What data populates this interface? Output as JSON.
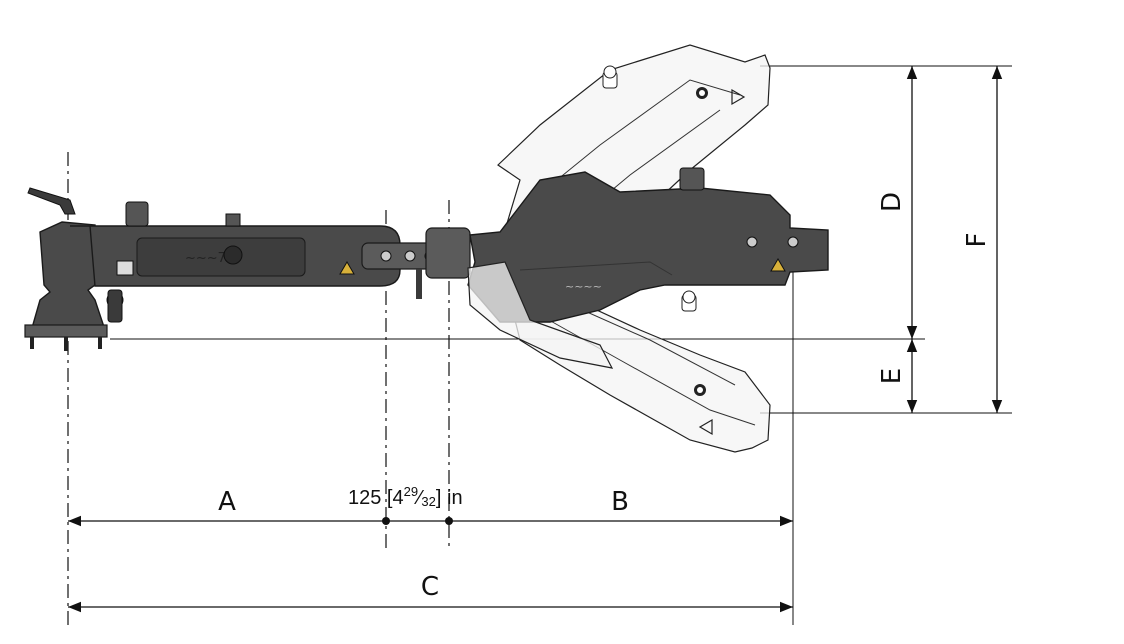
{
  "dimensions": {
    "a_label": "A",
    "b_label": "B",
    "c_label": "C",
    "d_label": "D",
    "e_label": "E",
    "f_label": "F",
    "offset_value": "125 [4",
    "offset_fraction_num": "29",
    "offset_fraction_slash": "⁄",
    "offset_fraction_den": "32",
    "offset_suffix": "] in"
  },
  "colors": {
    "arm_body": "#4a4a4a",
    "ghost_fill": "#f4f4f4",
    "warning_triangle": "#d8b13a",
    "red_knob": "#cc1111"
  }
}
